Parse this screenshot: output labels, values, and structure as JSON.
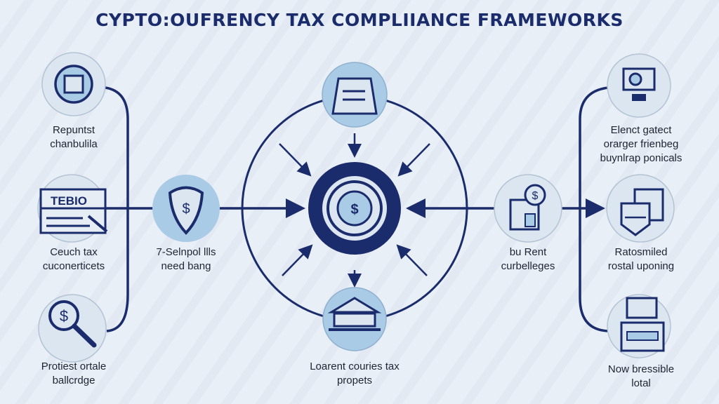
{
  "title": "CYPTO:OUFRENCY TAX COMPLIIANCE FRAMEWORKS",
  "colors": {
    "navy": "#1a2c6b",
    "light_blue": "#a9cbe6",
    "circle_fill": "#dce6f1",
    "background": "#e6edf5"
  },
  "nodes": {
    "left_top": {
      "icon": "document-stamp-icon",
      "lines": [
        "Repuntst",
        "chanbulila"
      ]
    },
    "left_mid": {
      "icon": "form-card-icon",
      "card_text": "TEBIO",
      "lines": [
        "Ceuch tax",
        "cuconerticets"
      ]
    },
    "left_bottom": {
      "icon": "magnifier-dollar-icon",
      "lines": [
        "Protiest ortale",
        "ballcrdge"
      ]
    },
    "shield": {
      "icon": "shield-dollar-icon",
      "lines": [
        "7-Selnpol llls",
        "need bang"
      ]
    },
    "center_top": {
      "icon": "document-scroll-icon"
    },
    "center_hub": {
      "icon": "target-hub-icon"
    },
    "center_bottom": {
      "icon": "government-building-icon",
      "lines": [
        "Loarent couries tax",
        "propets"
      ]
    },
    "right_mid_left": {
      "icon": "dollar-document-icon",
      "lines": [
        "bu Rent",
        "curbelleges"
      ]
    },
    "right_top": {
      "icon": "camera-register-icon",
      "lines": [
        "Elenct gatect",
        "orarger frienbeg",
        "buynlrap ponicals"
      ]
    },
    "right_mid": {
      "icon": "reports-icon",
      "lines": [
        "Ratosmiled",
        "rostal uponing"
      ]
    },
    "right_bottom": {
      "icon": "terminal-icon",
      "lines": [
        "Now bressible",
        "lotal"
      ]
    }
  }
}
